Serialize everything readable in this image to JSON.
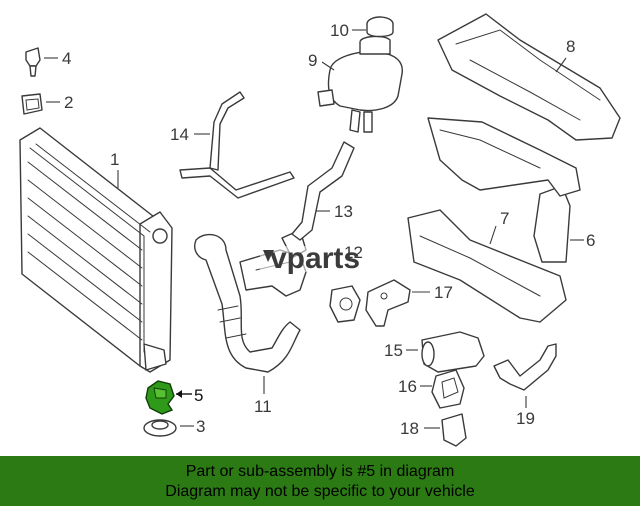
{
  "logo": {
    "text": "vparts"
  },
  "callouts": [
    "1",
    "2",
    "3",
    "4",
    "5",
    "6",
    "7",
    "8",
    "9",
    "10",
    "11",
    "12",
    "13",
    "14",
    "15",
    "16",
    "17",
    "18",
    "19"
  ],
  "highlight": {
    "callout": "5",
    "color": "#2f9a1a"
  },
  "banner": {
    "line1": "Part or sub-assembly is #5 in diagram",
    "line2": "Diagram may not be specific to your vehicle",
    "background": "#2b7a14"
  }
}
